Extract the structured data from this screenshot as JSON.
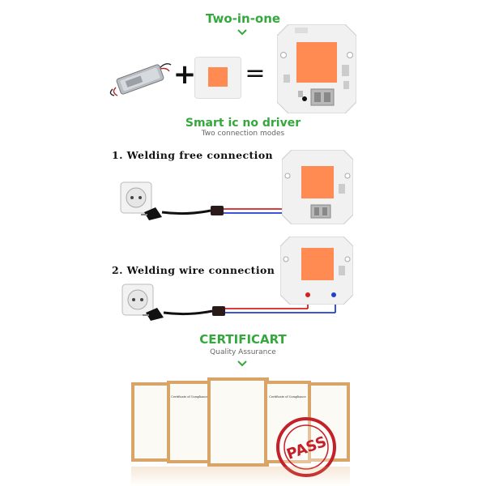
{
  "header": {
    "title": "Two-in-one"
  },
  "equation": {
    "plus": "+",
    "equals": "="
  },
  "smart": {
    "title": "Smart ic no driver",
    "subtitle": "Two connection modes"
  },
  "modes": [
    {
      "label": "1. Welding free connection"
    },
    {
      "label": "2. Welding wire connection"
    }
  ],
  "certs": {
    "title": "CERTIFICART",
    "subtitle": "Quality Assurance",
    "doc_heading": "Certificate of Compliance",
    "stamp": "PASS"
  },
  "colors": {
    "accent_green": "#35a83d",
    "led_orange": "#ff8a52",
    "wire_red": "#d62020",
    "wire_blue": "#1f3fd1",
    "frame_wood": "#d8a467",
    "stamp_red": "#c4202a"
  }
}
